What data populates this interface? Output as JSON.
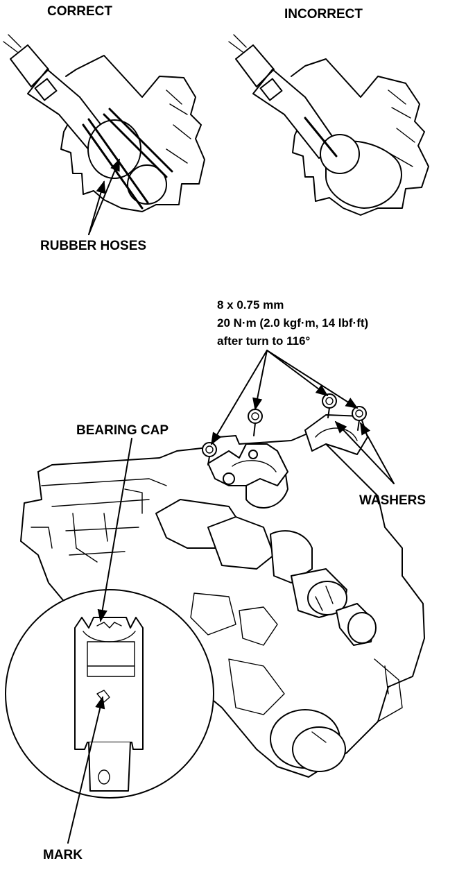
{
  "labels": {
    "correct": "CORRECT",
    "incorrect": "INCORRECT",
    "rubber_hoses": "RUBBER HOSES",
    "spec_line1": "8 x 0.75 mm",
    "spec_line2": "20 N·m (2.0 kgf·m, 14 lbf·ft)",
    "spec_line3": "after turn to 116°",
    "bearing_cap": "BEARING CAP",
    "washers": "WASHERS",
    "mark": "MARK"
  }
}
